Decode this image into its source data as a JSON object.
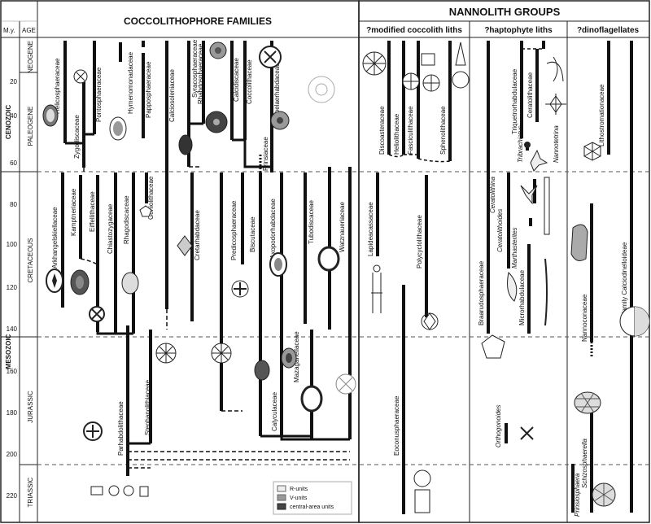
{
  "header": {
    "my_label": "M.y.",
    "age_label": "AGE",
    "coccolith_title": "COCCOLITHOPHORE FAMILIES",
    "nannolith_title": "NANNOLITH GROUPS",
    "sub_modified": "?modified coccolith liths",
    "sub_haptophyte": "?haptophyte liths",
    "sub_dinoflag": "?dinoflagellates"
  },
  "eras": [
    "CENOZOIC",
    "MESOZOIC"
  ],
  "periods": [
    "NEOGENE",
    "PALEOGENE",
    "CRETACEOUS",
    "JURASSIC",
    "TRIASSIC"
  ],
  "ticks": [
    "20",
    "40",
    "60",
    "80",
    "100",
    "120",
    "140",
    "160",
    "180",
    "200",
    "220"
  ],
  "families": [
    "Helicosphaeraceae",
    "Zygodiscaceae",
    "Pontosphaeraceae",
    "Hymenomonadaceae",
    "Papposphaeraceae",
    "Calciosoleniaceae",
    "Syracosphaeraceae",
    "Rhabdosphaeraceae",
    "Calcidiscaceae",
    "Coccolithaceae",
    "Noelaerhabdaceae",
    "Prinsiaceae",
    "Arkhangelskiellaceae",
    "Kamptneriaceae",
    "Eiffellithaceae",
    "Chiastozygaceae",
    "Rhagodiscaceae",
    "Goniolithaceae",
    "Cretarhabdaceae",
    "Predicosphaeraceae",
    "Biscutaceae",
    "Axopodorhabdaceae",
    "Tubodiscaceae",
    "Watznaueriaceae",
    "Mazaganellaceae",
    "Calyculaceae",
    "Parhabdolithaceae",
    "Stephanolithiaceae"
  ],
  "modified_groups": [
    "Discoasteraceae",
    "Heliolithaceae",
    "Fasciculithaceae",
    "Sphenolithaceae",
    "Lapideacassaceae",
    "Polycyclolithaceae",
    "Eoconusphaeraceae"
  ],
  "haptophyte_groups": [
    "Triquetrorhabdulaceae",
    "Ceratolithaceae",
    "Tribrachiatus",
    "Nannotetrina",
    "Ceratolithina",
    "Ceratolithoides",
    "Marthasterites",
    "Braarudosphaeraceae",
    "Microrhabdulaceae",
    "Orthogonoides"
  ],
  "dino_groups": [
    "Lithostromationaceae",
    "Nannoconaceae",
    "Subfamily Calciodinelloideae",
    "Schizosphaerella",
    "Prinsiosphaera"
  ],
  "legend": [
    "R-units",
    "V-units",
    "central-area units"
  ]
}
